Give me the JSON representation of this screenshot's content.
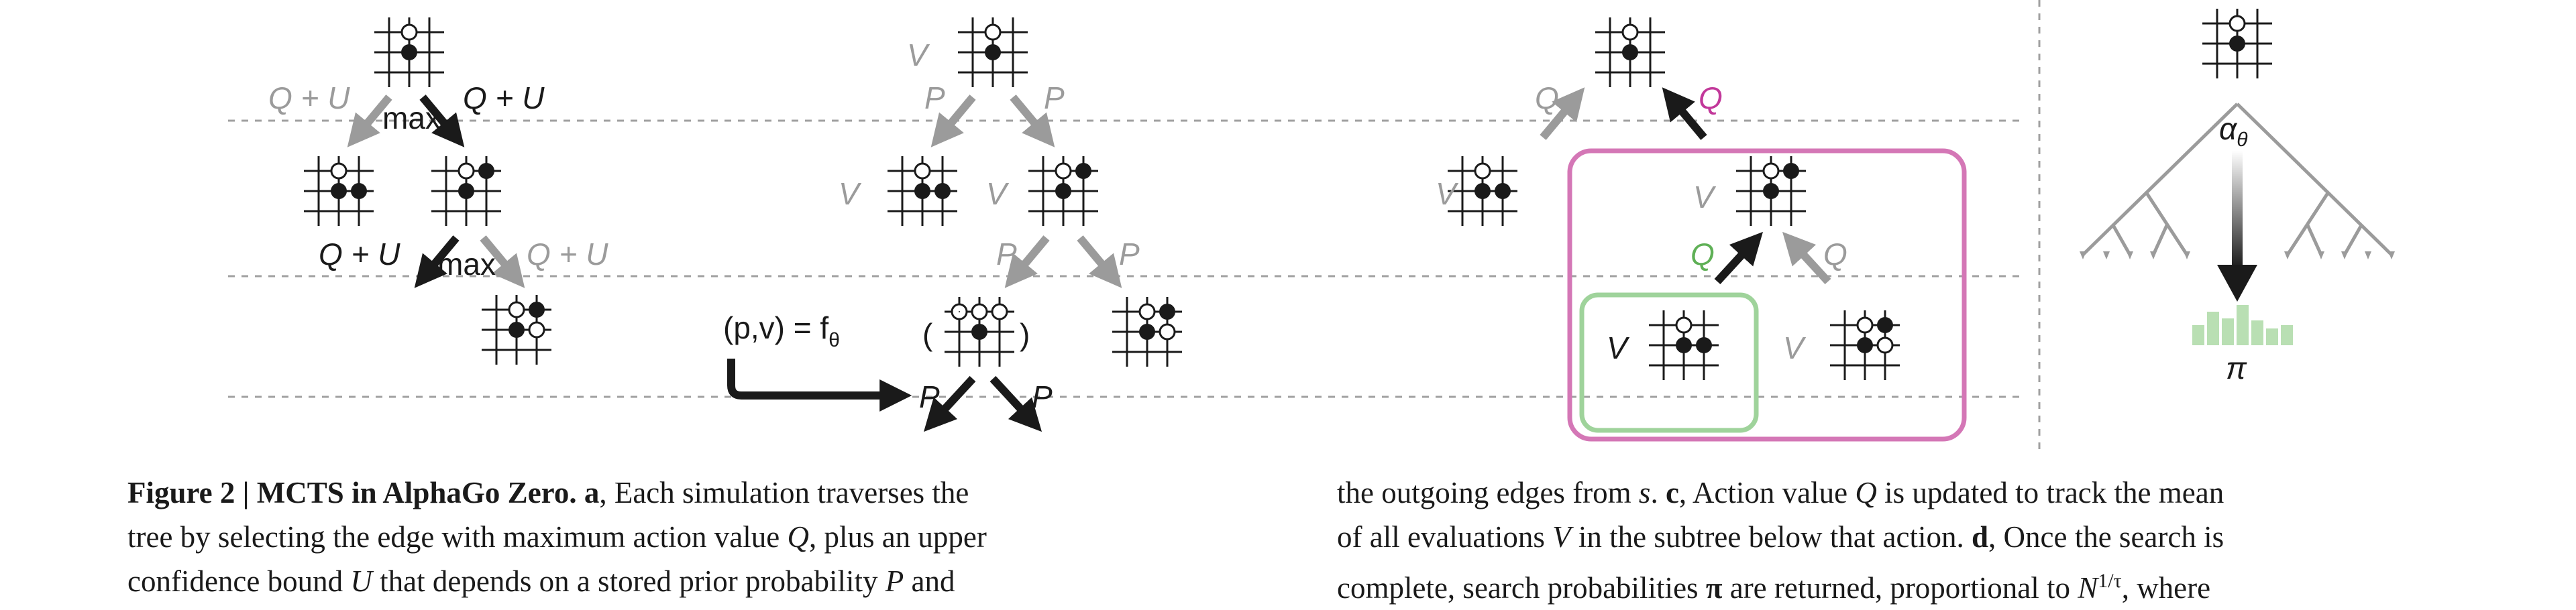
{
  "figure": {
    "panel_a": {
      "top_left_edge": "Q + U",
      "top_right_edge": "Q + U",
      "top_max": "max",
      "mid_left_edge": "Q + U",
      "mid_right_edge": "Q + U",
      "mid_max": "max"
    },
    "panel_b": {
      "root_value": "V",
      "left_prior": "P",
      "right_prior": "P",
      "left_child_value": "V",
      "right_child_value": "V",
      "grand_left_prior": "P",
      "grand_right_prior": "P",
      "network": "(p,v) = f",
      "network_subscript": "θ",
      "leaf_left_prior": "P",
      "leaf_right_prior": "P"
    },
    "panel_c": {
      "left_edge_q": "Q",
      "right_edge_q": "Q",
      "left_child_value": "V",
      "mid_value": "V",
      "green_edge_q": "Q",
      "grey_edge_q": "Q",
      "green_box_value": "V",
      "right_leaf_value": "V"
    },
    "panel_d": {
      "policy_label": "α",
      "policy_subscript": "θ",
      "pi_label": "π"
    },
    "colors": {
      "magenta": "#d477b6",
      "green": "#9fd39b",
      "light_green_bars": "#b9dfb3",
      "grey_arrow": "#9b9b9b",
      "dark_arrow": "#1a1a1a",
      "q_magenta_text": "#c2389a",
      "q_green_text": "#5fb056"
    }
  },
  "caption": {
    "left": {
      "fig_label": "Figure 2 | MCTS in AlphaGo Zero.",
      "a_label": "a",
      "line1_rest": ", Each simulation traverses the",
      "line2": "tree by selecting the edge with maximum action value",
      "line2_q": "Q",
      "line2_end": ", plus an upper",
      "line3_start": "confidence bound",
      "line3_u": "U",
      "line3_mid": "that depends on a stored prior probability",
      "line3_p": "P",
      "line3_end": "and"
    },
    "right": {
      "line1_start": "the outgoing edges from",
      "line1_s": "s",
      "line1_dot": ".",
      "c_label": "c",
      "line1_mid": ", Action value",
      "line1_q": "Q",
      "line1_end": "is updated to track the mean",
      "line2_start": "of all evaluations",
      "line2_v": "V",
      "line2_mid": "in the subtree below that action.",
      "d_label": "d",
      "line2_end": ", Once the search is",
      "line3_start": "complete, search probabilities",
      "line3_pi": "π",
      "line3_mid": "are returned, proportional to",
      "line3_n": "N",
      "line3_exp": "1/τ",
      "line3_end": ", where"
    }
  }
}
